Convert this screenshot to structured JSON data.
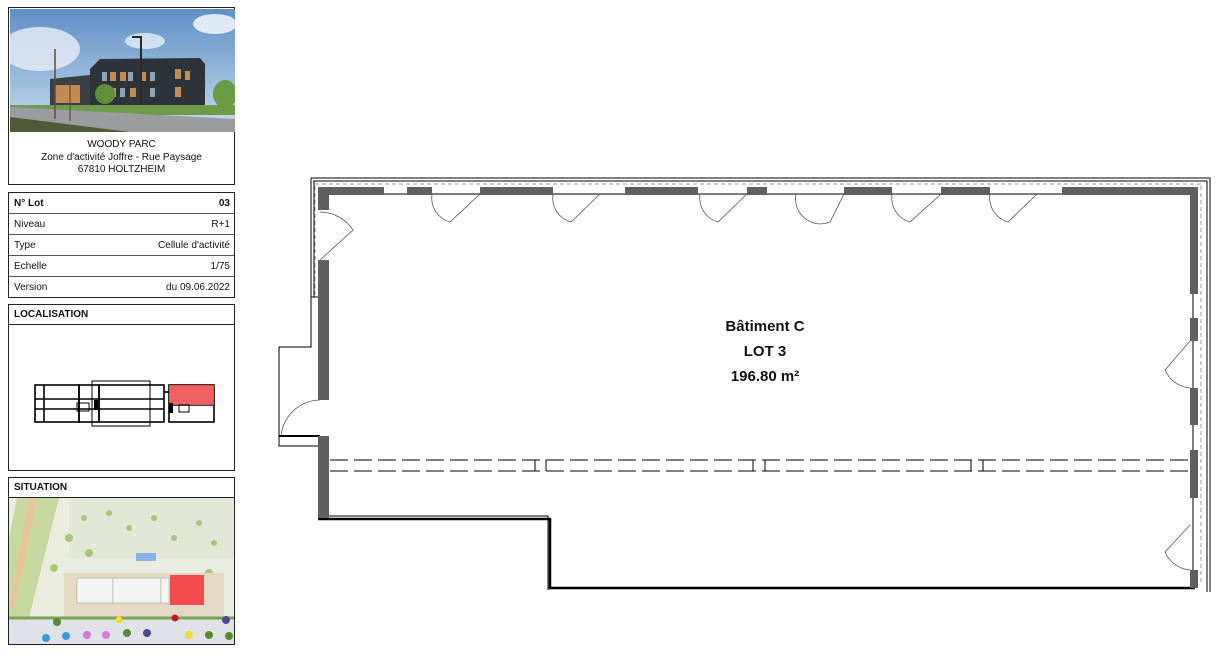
{
  "project": {
    "name": "WOODY PARC",
    "address_line1": "Zone d'activité Joffre - Rue Paysage",
    "address_line2": "67810 HOLTZHEIM"
  },
  "lot_info": {
    "rows": [
      {
        "label": "N° Lot",
        "value": "03"
      },
      {
        "label": "Niveau",
        "value": "R+1"
      },
      {
        "label": "Type",
        "value": "Cellule d'activité"
      },
      {
        "label": "Echelle",
        "value": "1/75"
      },
      {
        "label": "Version",
        "value": "du  09.06.2022"
      }
    ]
  },
  "localisation": {
    "title": "LOCALISATION",
    "highlight_color": "#f05050"
  },
  "situation": {
    "title": "SITUATION",
    "highlight_color": "#f24b4b"
  },
  "plan": {
    "building": "Bâtiment C",
    "lot": "LOT 3",
    "area": "196.80 m²",
    "wall_color": "#5f5f5f",
    "line_color": "#000000"
  }
}
